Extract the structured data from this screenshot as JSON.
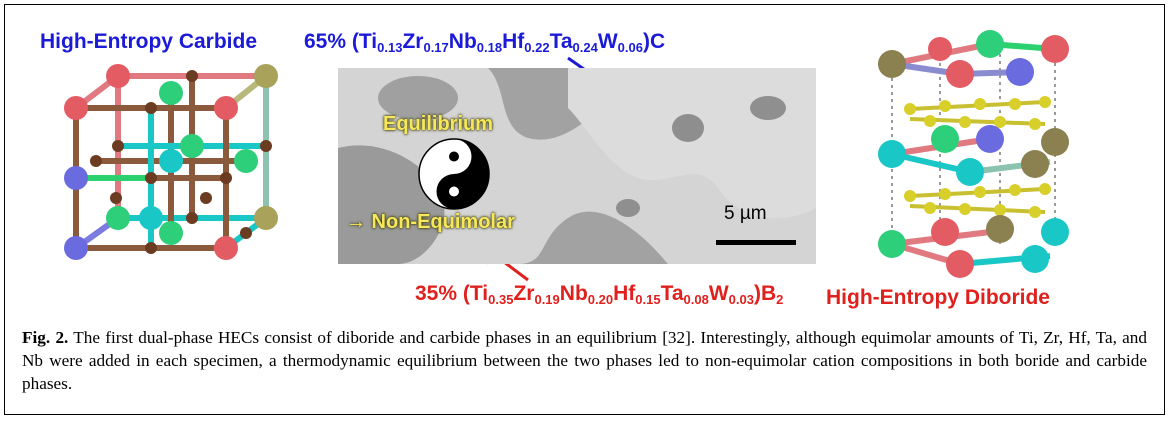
{
  "figure": {
    "carbide_title": "High-Entropy Carbide",
    "diboride_title": "High-Entropy Diboride",
    "carbide_formula": {
      "prefix": "65% (Ti",
      "ti": "0.13",
      "zr_label": "Zr",
      "zr": "0.17",
      "nb_label": "Nb",
      "nb": "0.18",
      "hf_label": "Hf",
      "hf": "0.22",
      "ta_label": "Ta",
      "ta": "0.24",
      "w_label": "W",
      "w": "0.06",
      "suffix": ")C"
    },
    "boride_formula": {
      "prefix": "35% (Ti",
      "ti": "0.35",
      "zr_label": "Zr",
      "zr": "0.19",
      "nb_label": "Nb",
      "nb": "0.20",
      "hf_label": "Hf",
      "hf": "0.15",
      "ta_label": "Ta",
      "ta": "0.08",
      "w_label": "W",
      "w": "0.03",
      "suffix": ")B",
      "b_sub": "2"
    },
    "equilibrium_label": "Equilibrium",
    "nonequimolar_label": "→ Non-Equimolar",
    "scale_label": "5 µm",
    "colors": {
      "blue_text": "#1a1ad8",
      "red_text": "#e0201c",
      "yellow_text": "#f6e85a"
    }
  },
  "caption": {
    "label": "Fig. 2.",
    "text": " The first dual-phase HECs consist of diboride and carbide phases in an equilibrium [32]. Interestingly, although equimolar amounts of Ti, Zr, Hf, Ta, and Nb were added in each specimen, a thermodynamic equilibrium between the two phases led to non-equimolar cation compositions in both boride and carbide phases."
  }
}
